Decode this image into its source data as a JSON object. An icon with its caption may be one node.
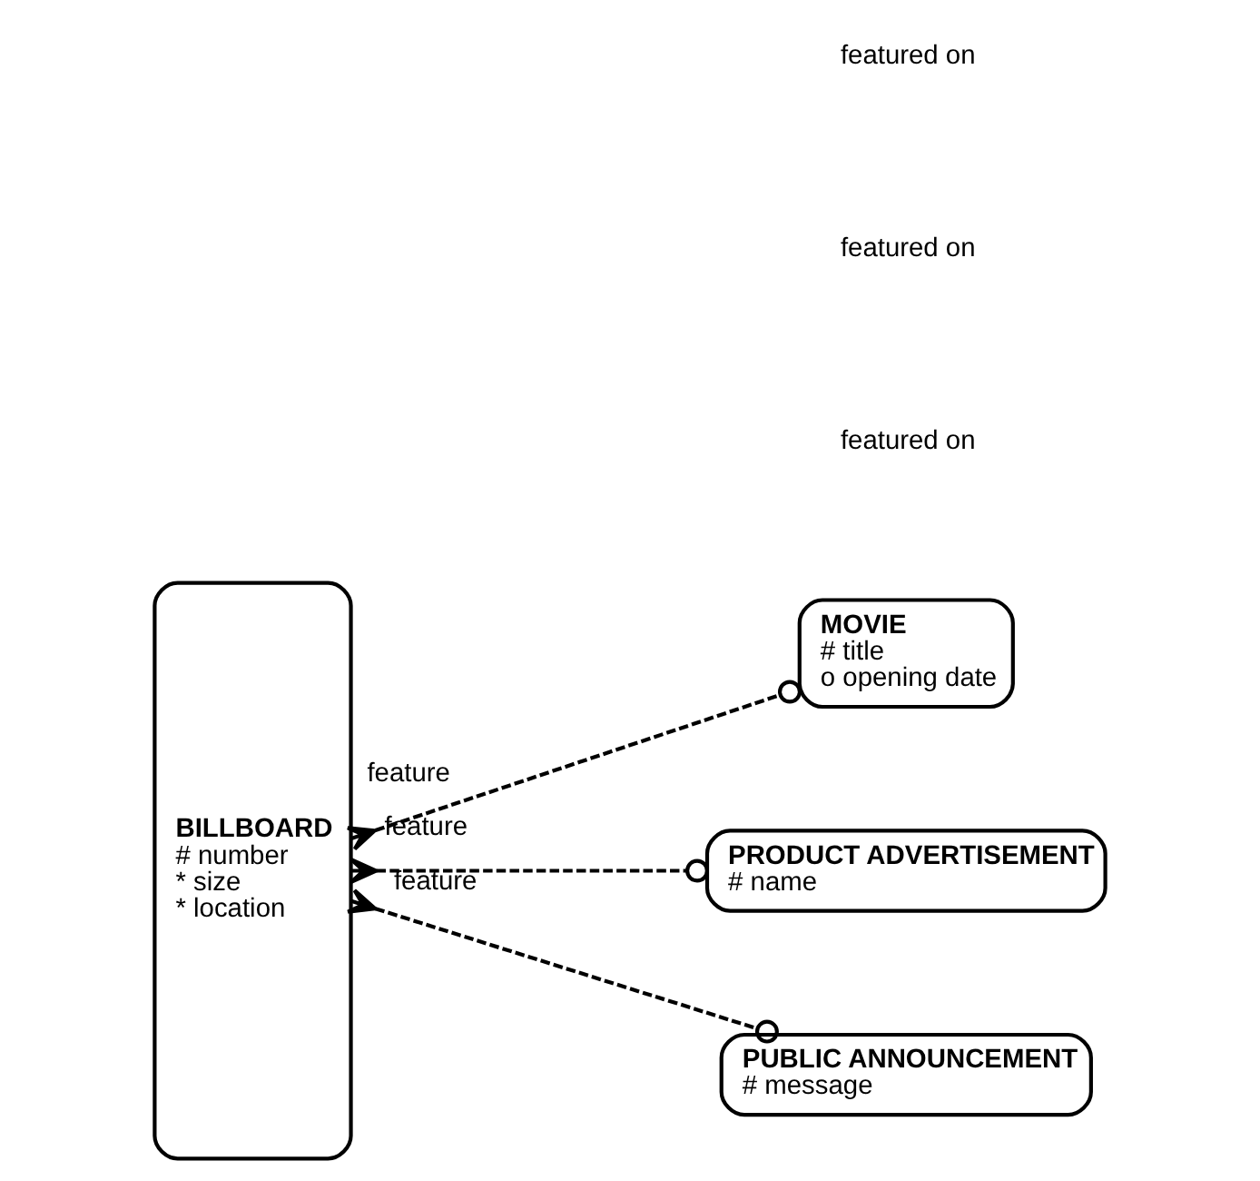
{
  "diagram": {
    "nodes": [
      {
        "text": [
          "BILLBOARD",
          "# number",
          "* size",
          "* location"
        ]
      },
      {
        "text": [
          "MOVIE",
          "# title",
          "o opening date"
        ]
      },
      {
        "text": [
          "PRODUCT ADVERTISEMENT",
          "# name"
        ]
      },
      {
        "text": [
          "PUBLIC ANNOUNCEMENT",
          "# message"
        ]
      }
    ],
    "edges": [
      {
        "from": 0,
        "to": 1,
        "arrow": "other",
        "style": "dashed",
        "label": "feature"
      },
      {
        "from": 0,
        "to": 2,
        "arrow": "other",
        "style": "dashed",
        "label": "feature"
      },
      {
        "from": 0,
        "to": 3,
        "arrow": "other",
        "style": "dashed",
        "label": "feature"
      }
    ],
    "labels": [
      "featured on",
      "featured on",
      "featured on"
    ]
  }
}
